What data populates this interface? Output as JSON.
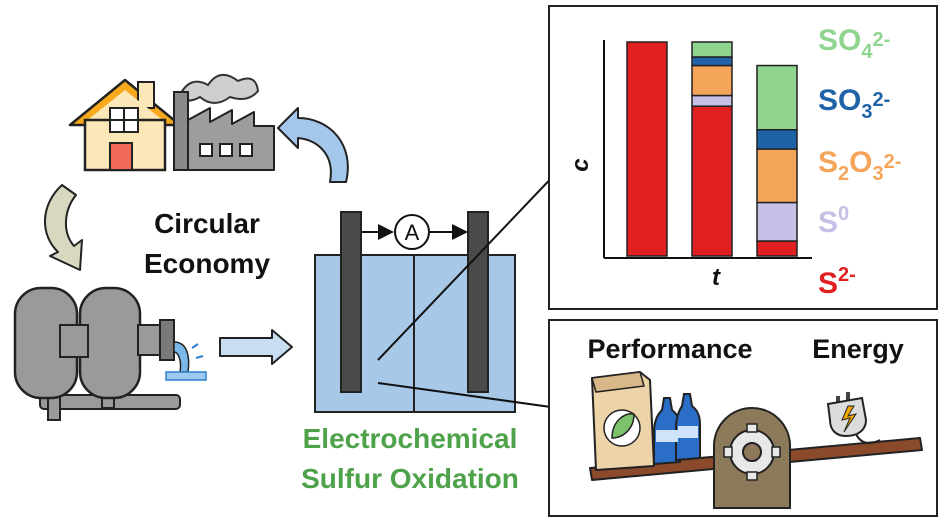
{
  "labels": {
    "circular_line1": "Circular",
    "circular_line2": "Economy",
    "ammeter": "A",
    "electro_line1": "Electrochemical",
    "electro_line2": "Sulfur Oxidation",
    "performance": "Performance",
    "energy": "Energy"
  },
  "colors": {
    "green_text": "#4ea24a",
    "cell_fill": "#a8c8e8",
    "electrode": "#4a4a4a",
    "blue_arrow": "#a4c8ec",
    "beam": "#8b4a2a",
    "pump_gray": "#9a9a9a"
  },
  "chart_data": {
    "type": "bar",
    "xlabel": "t",
    "ylabel": "c",
    "stacked": true,
    "normalized": true,
    "bars": [
      {
        "segments": [
          {
            "species": "S2-",
            "value": 1.0
          }
        ]
      },
      {
        "segments": [
          {
            "species": "S2-",
            "value": 0.7
          },
          {
            "species": "S0",
            "value": 0.05
          },
          {
            "species": "S2O3 2-",
            "value": 0.14
          },
          {
            "species": "SO3 2-",
            "value": 0.04
          },
          {
            "species": "SO4 2-",
            "value": 0.07
          }
        ]
      },
      {
        "segments": [
          {
            "species": "S2-",
            "value": 0.07
          },
          {
            "species": "S0",
            "value": 0.18
          },
          {
            "species": "S2O3 2-",
            "value": 0.25
          },
          {
            "species": "SO3 2-",
            "value": 0.09
          },
          {
            "species": "SO4 2-",
            "value": 0.3
          }
        ]
      }
    ],
    "legend": [
      {
        "species": "SO4 2-",
        "base": "SO",
        "sub": "4",
        "sup": "2-",
        "color": "#8fd48f"
      },
      {
        "species": "SO3 2-",
        "base": "SO",
        "sub": "3",
        "sup": "2-",
        "color": "#1e63a8"
      },
      {
        "species": "S2O3 2-",
        "base": "S",
        "sub": "2",
        "mid": "O",
        "sub2": "3",
        "sup": "2-",
        "color": "#f5a55a"
      },
      {
        "species": "S0",
        "base": "S",
        "sup": "0",
        "color": "#c4c0e6"
      },
      {
        "species": "S2-",
        "base": "S",
        "sup": "2-",
        "color": "#e02020"
      }
    ],
    "legend_placement": "right"
  }
}
